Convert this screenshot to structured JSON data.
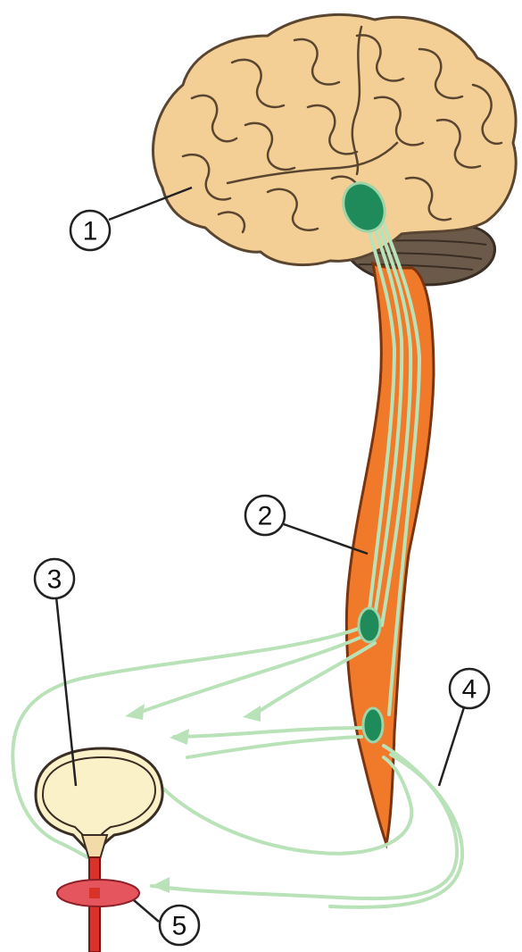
{
  "diagram": {
    "labels": [
      {
        "id": "callout-1",
        "text": "1"
      },
      {
        "id": "callout-2",
        "text": "2"
      },
      {
        "id": "callout-3",
        "text": "3"
      },
      {
        "id": "callout-4",
        "text": "4"
      },
      {
        "id": "callout-5",
        "text": "5"
      }
    ],
    "colors": {
      "brain_fill": "#f3cf96",
      "brain_outline": "#5a4630",
      "cerebellum": "#6b5a4a",
      "spinal_cord": "#f07a2a",
      "nerve_pathway": "#b9e2b9",
      "nucleus": "#1f8a5a",
      "bladder_fill": "#fbf1c8",
      "urethra": "#d9322a",
      "sphincter": "#e4555e"
    }
  }
}
